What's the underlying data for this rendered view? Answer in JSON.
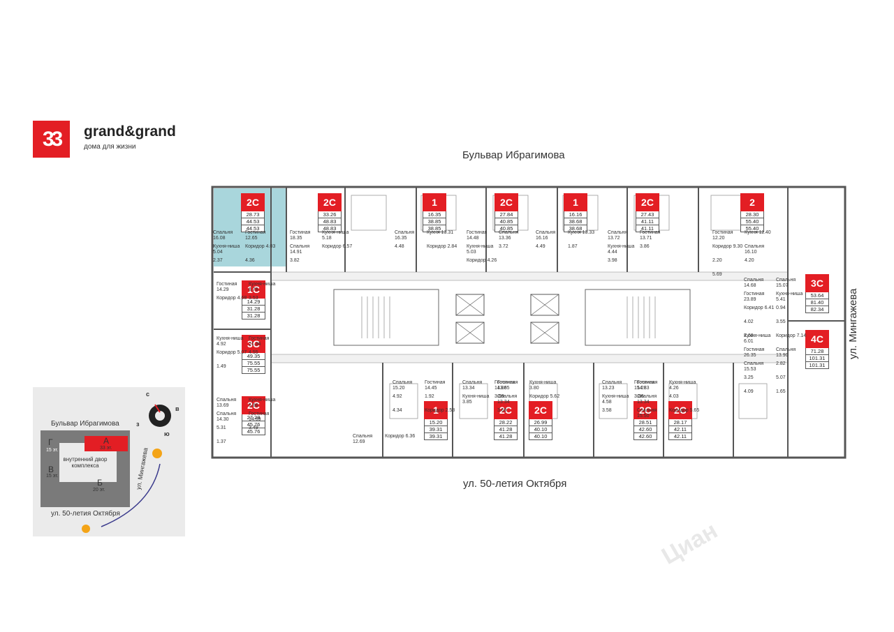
{
  "brand": {
    "logo_text": "33",
    "name": "grand&grand",
    "tagline": "дома для жизни"
  },
  "streets": {
    "top": "Бульвар Ибрагимова",
    "bottom": "ул. 50-летия Октября",
    "right": "ул. Мингажева"
  },
  "colors": {
    "accent": "#e31e24",
    "highlight": "#a9d6dc",
    "wall": "#555555"
  },
  "top_apartments": [
    {
      "type": "2С",
      "areas": [
        "28.73",
        "44.53",
        "44.53"
      ],
      "rooms": [
        "Спальня 16.08",
        "Гостиная 12.65",
        "Кухня-ниша 5.04",
        "Коридор 4.03",
        "2.37",
        "4.36"
      ]
    },
    {
      "type": "2С",
      "areas": [
        "33.26",
        "48.83",
        "48.83"
      ],
      "rooms": [
        "Гостиная 18.35",
        "Кухня-ниша 5.18",
        "Спальня 14.91",
        "Коридор 6.57",
        "3.82"
      ]
    },
    {
      "type": "1",
      "areas": [
        "16.35",
        "38.85",
        "38.85"
      ],
      "rooms": [
        "Спальня 16.35",
        "Кухня 13.31",
        "4.48",
        "Коридор 2.84"
      ]
    },
    {
      "type": "2С",
      "areas": [
        "27.84",
        "40.85",
        "40.85"
      ],
      "rooms": [
        "Гостиная 14.48",
        "Спальня 13.36",
        "Кухня-ниша 5.03",
        "3.72",
        "Коридор 4.26"
      ]
    },
    {
      "type": "1",
      "areas": [
        "16.16",
        "38.68",
        "38.68"
      ],
      "rooms": [
        "Спальня 16.16",
        "Кухня 13.33",
        "4.49",
        "1.87"
      ]
    },
    {
      "type": "2С",
      "areas": [
        "27.43",
        "41.11",
        "41.11"
      ],
      "rooms": [
        "Спальня 13.72",
        "Гостиная 13.71",
        "Кухня-ниша 4.44",
        "3.86",
        "3.98"
      ]
    },
    {
      "type": "2",
      "areas": [
        "28.30",
        "55.40",
        "55.40"
      ],
      "rooms": [
        "Гостиная 12.20",
        "Кухня 11.40",
        "Коридор 9.30",
        "Спальня 16.10",
        "2.20",
        "4.20",
        "5.69"
      ]
    }
  ],
  "left_apartments": [
    {
      "type": "1С",
      "areas": [
        "14.29",
        "31.28",
        "31.28"
      ],
      "rooms": [
        "Гостиная 14.29",
        "Кухня-ниша 8.78",
        "Коридор 4.68",
        "3.53"
      ]
    },
    {
      "type": "3С",
      "areas": [
        "49.35",
        "75.55",
        "75.55"
      ],
      "rooms": [
        "Кухня-ниша 4.92",
        "Гостиная 21.36",
        "Коридор 5.07",
        "4.55",
        "1.49"
      ]
    },
    {
      "type": "2С",
      "areas": [
        "27.28",
        "45.76",
        "45.76"
      ],
      "rooms": [
        "Спальня 13.69",
        "Кухня-ниша 5.86",
        "Спальня 14.30",
        "Гостиная 14.59",
        "5.31",
        "3.49",
        "1.37"
      ]
    }
  ],
  "right_apartments": [
    {
      "type": "3С",
      "areas": [
        "53.64",
        "81.40",
        "82.34"
      ],
      "rooms": [
        "Спальня 14.68",
        "Спальня 15.07",
        "Гостиная 23.89",
        "Кухня-ниша 5.41",
        "Коридор 6.41",
        "0.94",
        "4.02",
        "3.55",
        "2.68"
      ]
    },
    {
      "type": "4С",
      "areas": [
        "71.28",
        "101.31",
        "101.31"
      ],
      "rooms": [
        "Кухня-ниша 6.01",
        "Коридор 7.14",
        "Гостиная 26.35",
        "Спальня 13.90",
        "Спальня 15.53",
        "2.82",
        "3.25",
        "5.07",
        "4.09",
        "1.65"
      ]
    }
  ],
  "bottom_apartments": [
    {
      "type": "1",
      "areas": [
        "15.20",
        "39.31",
        "39.31"
      ],
      "rooms": [
        "Спальня 15.20",
        "Гостиная 14.45",
        "4.92",
        "1.92",
        "4.34",
        "Коридор 2.53"
      ]
    },
    {
      "type": "2С",
      "areas": [
        "28.22",
        "41.28",
        "41.28"
      ],
      "rooms": [
        "Спальня 13.34",
        "Гостиная 14.88",
        "Кухня-ниша 3.85",
        "3.69"
      ]
    },
    {
      "type": "2С",
      "areas": [
        "26.99",
        "40.10",
        "40.10"
      ],
      "rooms": [
        "Гостиная 13.65",
        "Кухня-ниша 3.80",
        "Спальня 13.34",
        "Коридор 5.62",
        "3.69"
      ]
    },
    {
      "type": "2С",
      "areas": [
        "28.51",
        "42.60",
        "42.60"
      ],
      "rooms": [
        "Спальня 13.23",
        "Гостиная 15.28",
        "Кухня-ниша 4.58",
        "3.86",
        "3.58"
      ]
    },
    {
      "type": "2С",
      "areas": [
        "28.17",
        "42.11",
        "42.11"
      ],
      "rooms": [
        "Гостиная 14.83",
        "Кухня-ниша 4.26",
        "Спальня 13.34",
        "4.03",
        "Спальня 15.50",
        "Коридор 5.65"
      ]
    }
  ],
  "extra_rooms": [
    "Спальня 12.69",
    "Коридор 6.36"
  ],
  "mini_map": {
    "street_top": "Бульвар Ибрагимова",
    "street_bottom": "ул. 50-летия Октября",
    "street_side": "ул. Мингажева",
    "compass": {
      "n": "с",
      "e": "в",
      "s": "ю",
      "w": "з"
    },
    "blocks": [
      {
        "name": "Г",
        "floors": "15 эт."
      },
      {
        "name": "В",
        "floors": "15 эт."
      },
      {
        "name": "А",
        "floors": "33 эт."
      },
      {
        "name": "Б",
        "floors": "20 эт."
      }
    ],
    "courtyard": "внутренний двор комплекса"
  },
  "watermark": "Циан"
}
